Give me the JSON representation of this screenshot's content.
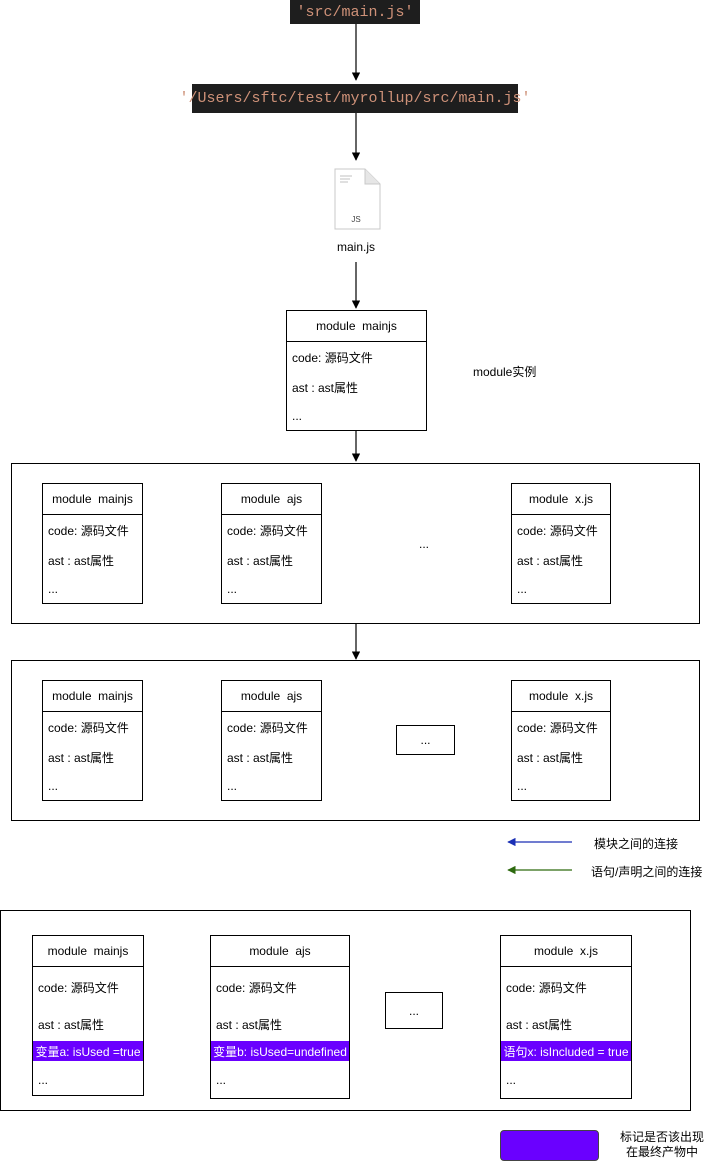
{
  "top": {
    "code_path_short": "'src/main.js'",
    "code_path_full": "'/Users/sftc/test/myrollup/src/main.js'",
    "file_icon_label": "JS",
    "file_name": "main.js"
  },
  "module_single": {
    "title": "module  mainjs",
    "code_line": "code: 源码文件",
    "ast_line": "ast : ast属性",
    "more": "...",
    "note": "module实例"
  },
  "modules": {
    "main": {
      "title": "module  mainjs",
      "code_line": "code: 源码文件",
      "ast_line": "ast : ast属性",
      "more": "..."
    },
    "a": {
      "title": "module  ajs",
      "code_line": "code: 源码文件",
      "ast_line": "ast : ast属性",
      "more": "..."
    },
    "x": {
      "title": "module  x.js",
      "code_line": "code: 源码文件",
      "ast_line": "ast : ast属性",
      "more": "..."
    }
  },
  "ellipsis": "...",
  "legend": {
    "module_link": "模块之间的连接",
    "statement_link": "语句/声明之间的连接",
    "marker_line1": "标记是否该出现",
    "marker_line2": "在最终产物中"
  },
  "tags": {
    "main": "变量a: isUsed =true",
    "a": "变量b: isUsed=undefined",
    "x": "语句x: isIncluded = true"
  },
  "colors": {
    "module_link": "#1a2fb5",
    "statement_link": "#2d6a0f",
    "marker": "#6a00ff",
    "code_bg": "#1e1e1e",
    "code_text": "#ce9178"
  }
}
